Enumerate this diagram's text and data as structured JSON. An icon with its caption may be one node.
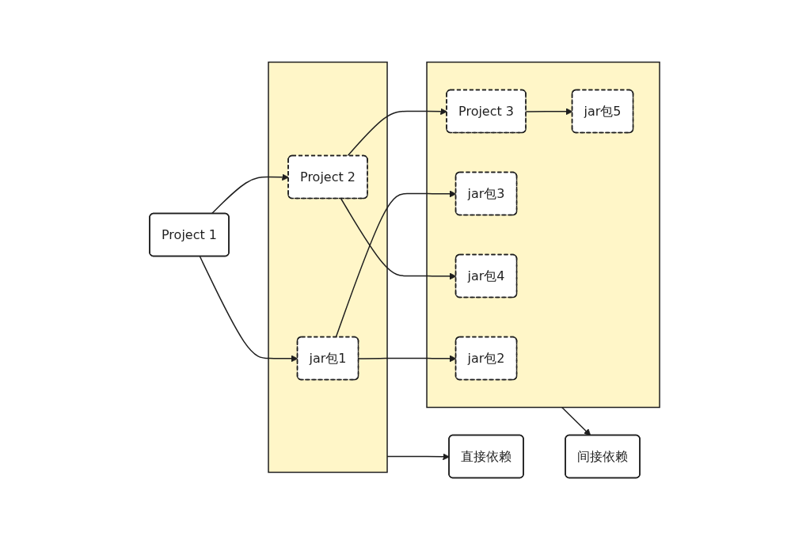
{
  "diagram": {
    "nodes": [
      {
        "text": [
          "Project 1"
        ]
      },
      {
        "text": [],
        "shape": "box"
      },
      {
        "text": [
          "jar包1"
        ],
        "in": 1
      },
      {
        "text": [
          "Project 2"
        ],
        "in": 1
      },
      {
        "text": [],
        "shape": "box"
      },
      {
        "text": [
          "jar包2"
        ],
        "in": 4
      },
      {
        "text": [
          "jar包3"
        ],
        "in": 4
      },
      {
        "text": [
          "jar包4"
        ],
        "in": 4
      },
      {
        "text": [
          "Project 3"
        ],
        "in": 4
      },
      {
        "text": [
          "jar包5"
        ],
        "in": 4
      },
      {
        "text": [
          "直接依赖"
        ]
      },
      {
        "text": [
          "间接依赖"
        ]
      }
    ],
    "edges": [
      {
        "from": 0,
        "to": 2,
        "arrow": "to"
      },
      {
        "from": 0,
        "to": 3,
        "arrow": "to"
      },
      {
        "from": 2,
        "to": 5,
        "arrow": "to"
      },
      {
        "from": 2,
        "to": 6,
        "arrow": "to"
      },
      {
        "from": 3,
        "to": 7,
        "arrow": "to"
      },
      {
        "from": 3,
        "to": 8,
        "arrow": "to"
      },
      {
        "from": 8,
        "to": 9,
        "arrow": "to"
      },
      {
        "from": 1,
        "to": 10,
        "arrow": "to"
      },
      {
        "from": 4,
        "to": 11,
        "arrow": "to"
      }
    ]
  }
}
